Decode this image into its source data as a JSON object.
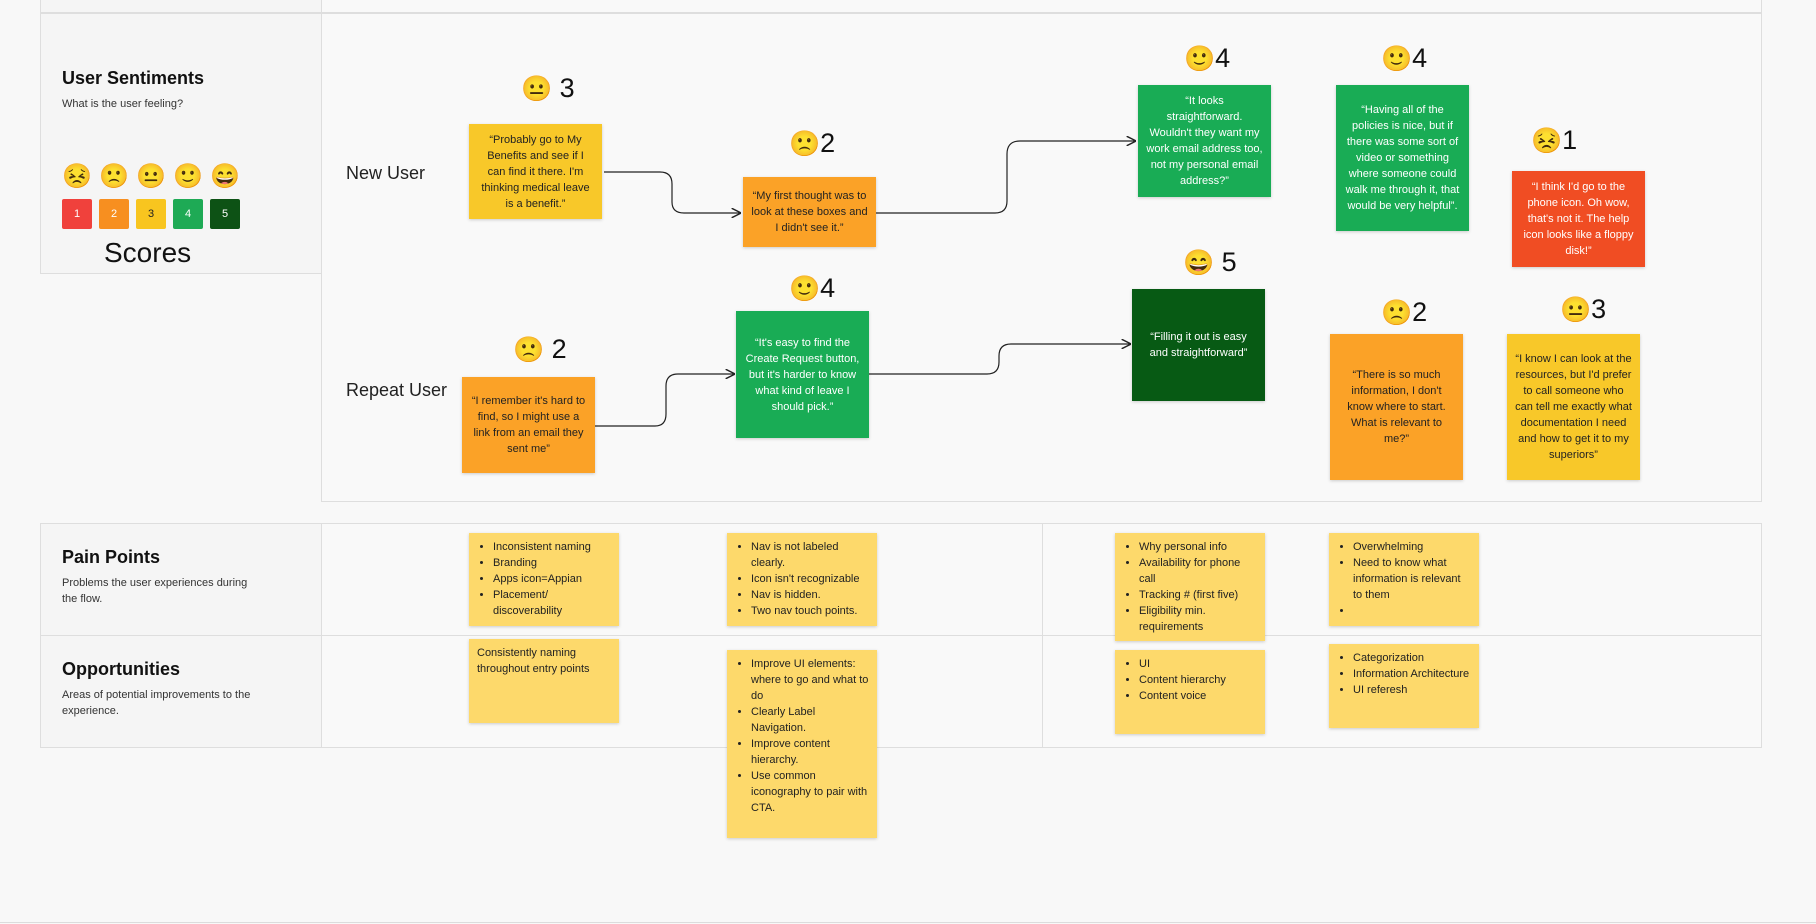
{
  "colors": {
    "score_1": "#f0413c",
    "score_2": "#f78f20",
    "score_3": "#f8c51f",
    "score_4": "#1eaa55",
    "score_5": "#0d5215",
    "quote_red": "#f04d23",
    "quote_orange": "#fba227",
    "quote_yellow": "#f8c829",
    "quote_green": "#19ac55",
    "quote_dark_green": "#075a14",
    "sticky_yellow": "#fdd96b"
  },
  "sentiments": {
    "title": "User Sentiments",
    "description": "What is the user feeling?",
    "faces": [
      "😣",
      "🙁",
      "😐",
      "🙂",
      "😄"
    ],
    "face_icons": [
      "persevering-face-icon",
      "frowning-face-icon",
      "neutral-face-icon",
      "smiling-face-icon",
      "grinning-face-icon"
    ],
    "scale": [
      "1",
      "2",
      "3",
      "4",
      "5"
    ],
    "scores_label": "Scores"
  },
  "rows": {
    "new_user": "New User",
    "repeat_user": "Repeat User"
  },
  "journey": {
    "new_user": [
      {
        "emoji": "😐",
        "score": "3",
        "quote": "“Probably go to My Benefits and see if I can find it there. I'm thinking medical leave is a benefit.”"
      },
      {
        "emoji": "🙁",
        "score": "2",
        "quote": "“My first thought was to look at these boxes and I didn't see it.”"
      },
      {
        "emoji": "🙂",
        "score": "4",
        "quote": "“It looks straightforward. Wouldn't they want my work email address too, not my personal email address?”"
      },
      {
        "emoji": "🙂",
        "score": "4",
        "quote": "“Having all of the policies is nice, but if there was some sort of video or something where   someone could walk me through it, that would be very helpful”."
      },
      {
        "emoji": "😣",
        "score": "1",
        "quote": "“I think I'd go  to the phone icon. Oh wow, that's not it. The help icon looks like a floppy disk!”"
      }
    ],
    "repeat_user": [
      {
        "emoji": "🙁",
        "score": "2",
        "quote": "“I remember it's hard to find, so I might use a link from an email they sent me”"
      },
      {
        "emoji": "🙂",
        "score": "4",
        "quote": "“It's easy to find the Create Request button, but it's harder to know what kind of leave I should pick.”"
      },
      {
        "emoji": "😄",
        "score": "5",
        "quote": "“Filling it out is easy and straightforward”"
      },
      {
        "emoji": "🙁",
        "score": "2",
        "quote": "“There is so much information, I don't know where to start. What is relevant to me?”"
      },
      {
        "emoji": "😐",
        "score": "3",
        "quote": "“I know I can look at the resources, but I'd prefer to call someone who can tell me exactly what documentation I need and how to get it to my superiors”"
      }
    ]
  },
  "pain_points": {
    "title": "Pain Points",
    "description": "Problems the user experiences during the flow.",
    "notes": [
      [
        "Inconsistent naming",
        "Branding",
        "Apps icon=Appian",
        "Placement/ discoverability"
      ],
      [
        "Nav is not labeled clearly.",
        "Icon isn't recognizable",
        "Nav is hidden.",
        "Two nav touch points."
      ],
      [
        "Why personal info",
        "Availability for phone call",
        "Tracking # (first five)",
        "Eligibility min. requirements"
      ],
      [
        "Overwhelming",
        "Need to know what information is relevant to them",
        ""
      ]
    ]
  },
  "opportunities": {
    "title": "Opportunities",
    "description": "Areas of potential improvements to the experience.",
    "note_text": "Consistently naming throughout entry points",
    "notes": [
      [
        "Improve UI elements: where to go and what to do",
        "Clearly Label Navigation.",
        "Improve content hierarchy.",
        "Use common iconography to pair with CTA."
      ],
      [
        "UI",
        "Content hierarchy",
        "Content voice"
      ],
      [
        "Categorization",
        "Information Architecture",
        "UI referesh"
      ]
    ]
  }
}
